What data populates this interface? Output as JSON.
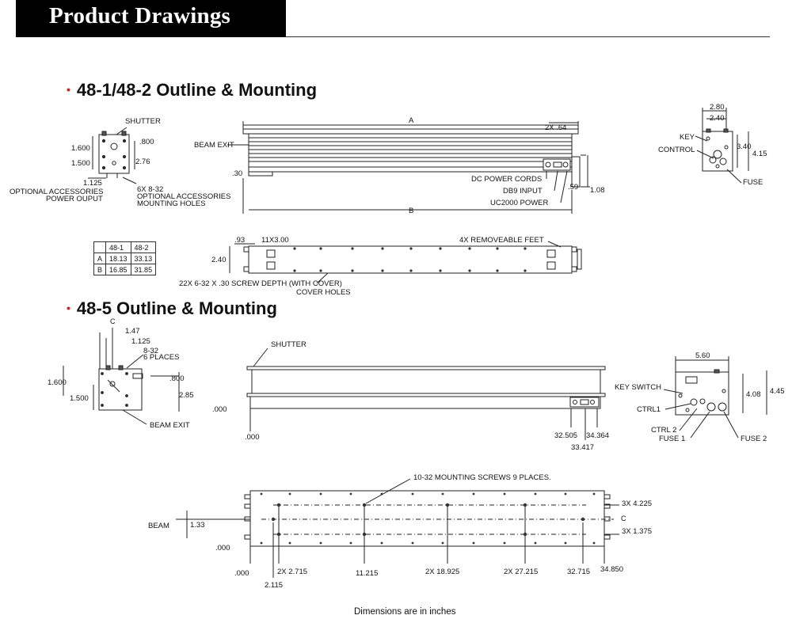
{
  "banner": {
    "title": "Product Drawings"
  },
  "sections": [
    {
      "title": "48-1/48-2 Outline & Mounting"
    },
    {
      "title": "48-5 Outline & Mounting"
    }
  ],
  "table": {
    "headers": [
      "",
      "48-1",
      "48-2"
    ],
    "rows": [
      [
        "A",
        "18.13",
        "33.13"
      ],
      [
        "B",
        "16.85",
        "31.85"
      ]
    ]
  },
  "top": {
    "end_view": {
      "shutter": "SHUTTER",
      "d1600": "1.600",
      "d1500": "1.500",
      "d800": ".800",
      "d276": "2.76",
      "d1125": "1.125",
      "holes": "6X 8-32",
      "optional_accessories_power": "OPTIONAL ACCESSORIES",
      "power_output": "POWER OUPUT",
      "optional_accessories_mounting": "OPTIONAL ACCESSORIES",
      "mounting_holes": "MOUNTING HOLES"
    },
    "side_view": {
      "a": "A",
      "feet": "2X .64",
      "beam_exit": "BEAM EXIT",
      "d30": ".30",
      "dc_power": "DC POWER CORDS",
      "db9": "DB9 INPUT",
      "uc2000": "UC2000 POWER",
      "d59": ".59",
      "d108": "1.08",
      "b": "B"
    },
    "rear_view": {
      "d280": "2.80",
      "d240": "2.40",
      "key": "KEY",
      "control": "CONTROL",
      "d340": "3.40",
      "d415": "4.15",
      "fuse": "FUSE"
    },
    "bottom_view": {
      "d93": ".93",
      "pads": "11X3.00",
      "removable_feet": "4X REMOVEABLE FEET",
      "d240": "2.40",
      "screws": "22X 6-32 X .30 SCREW DEPTH (WITH COVER)",
      "cover_holes": "COVER HOLES"
    }
  },
  "bottom": {
    "end_view": {
      "cl": "C",
      "d147": "1.47",
      "d1125": "1.125",
      "holes": "8-32",
      "places": "6 PLACES",
      "d1600": "1.600",
      "d1500": "1.500",
      "d800": ".800",
      "d285": "2.85",
      "beam_exit": "BEAM EXIT"
    },
    "side_view": {
      "shutter": "SHUTTER",
      "d000_left": ".000",
      "d000_below": ".000",
      "d32505": "32.505",
      "d34364": "34.364",
      "d33417": "33.417"
    },
    "rear_view": {
      "d560": "5.60",
      "key_switch": "KEY SWITCH",
      "ctrl1": "CTRL1",
      "ctrl2": "CTRL 2",
      "fuse1": "FUSE 1",
      "fuse2": "FUSE 2",
      "d408": "4.08",
      "d445": "4.45"
    },
    "bottom_view": {
      "screws": "10-32 MOUNTING SCREWS 9 PLACES.",
      "beam": "BEAM",
      "d133": "1.33",
      "d000_left": ".000",
      "d4225": "3X 4.225",
      "cl": "C",
      "d1375": "3X 1.375",
      "x000": ".000",
      "x2115": "2.115",
      "x2715": "2X 2.715",
      "x11215": "11.215",
      "x18925": "2X 18.925",
      "x27215": "2X 27.215",
      "x32715": "32.715",
      "x34850": "34.850"
    }
  },
  "footer": {
    "note": "Dimensions are in inches"
  }
}
